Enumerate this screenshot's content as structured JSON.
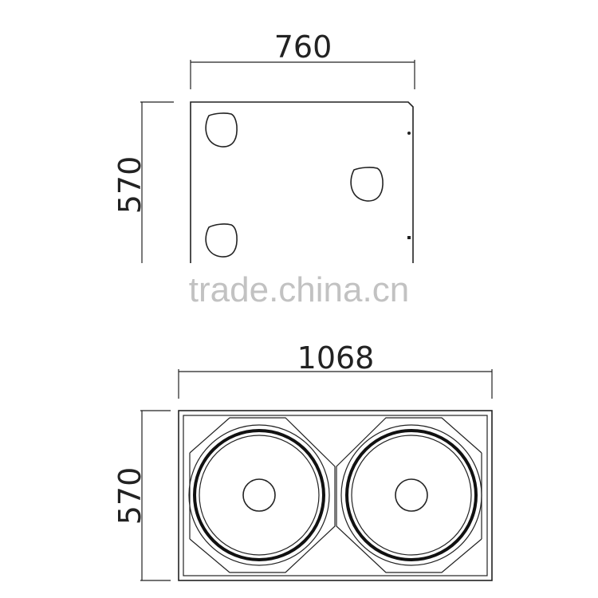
{
  "side_view": {
    "width_label": "760",
    "height_label": "570"
  },
  "front_view": {
    "width_label": "1068",
    "height_label": "570"
  },
  "watermark": "trade.china.cn",
  "colors": {
    "line": "#222222",
    "watermark": "#b8b8b8",
    "background": "#ffffff"
  }
}
